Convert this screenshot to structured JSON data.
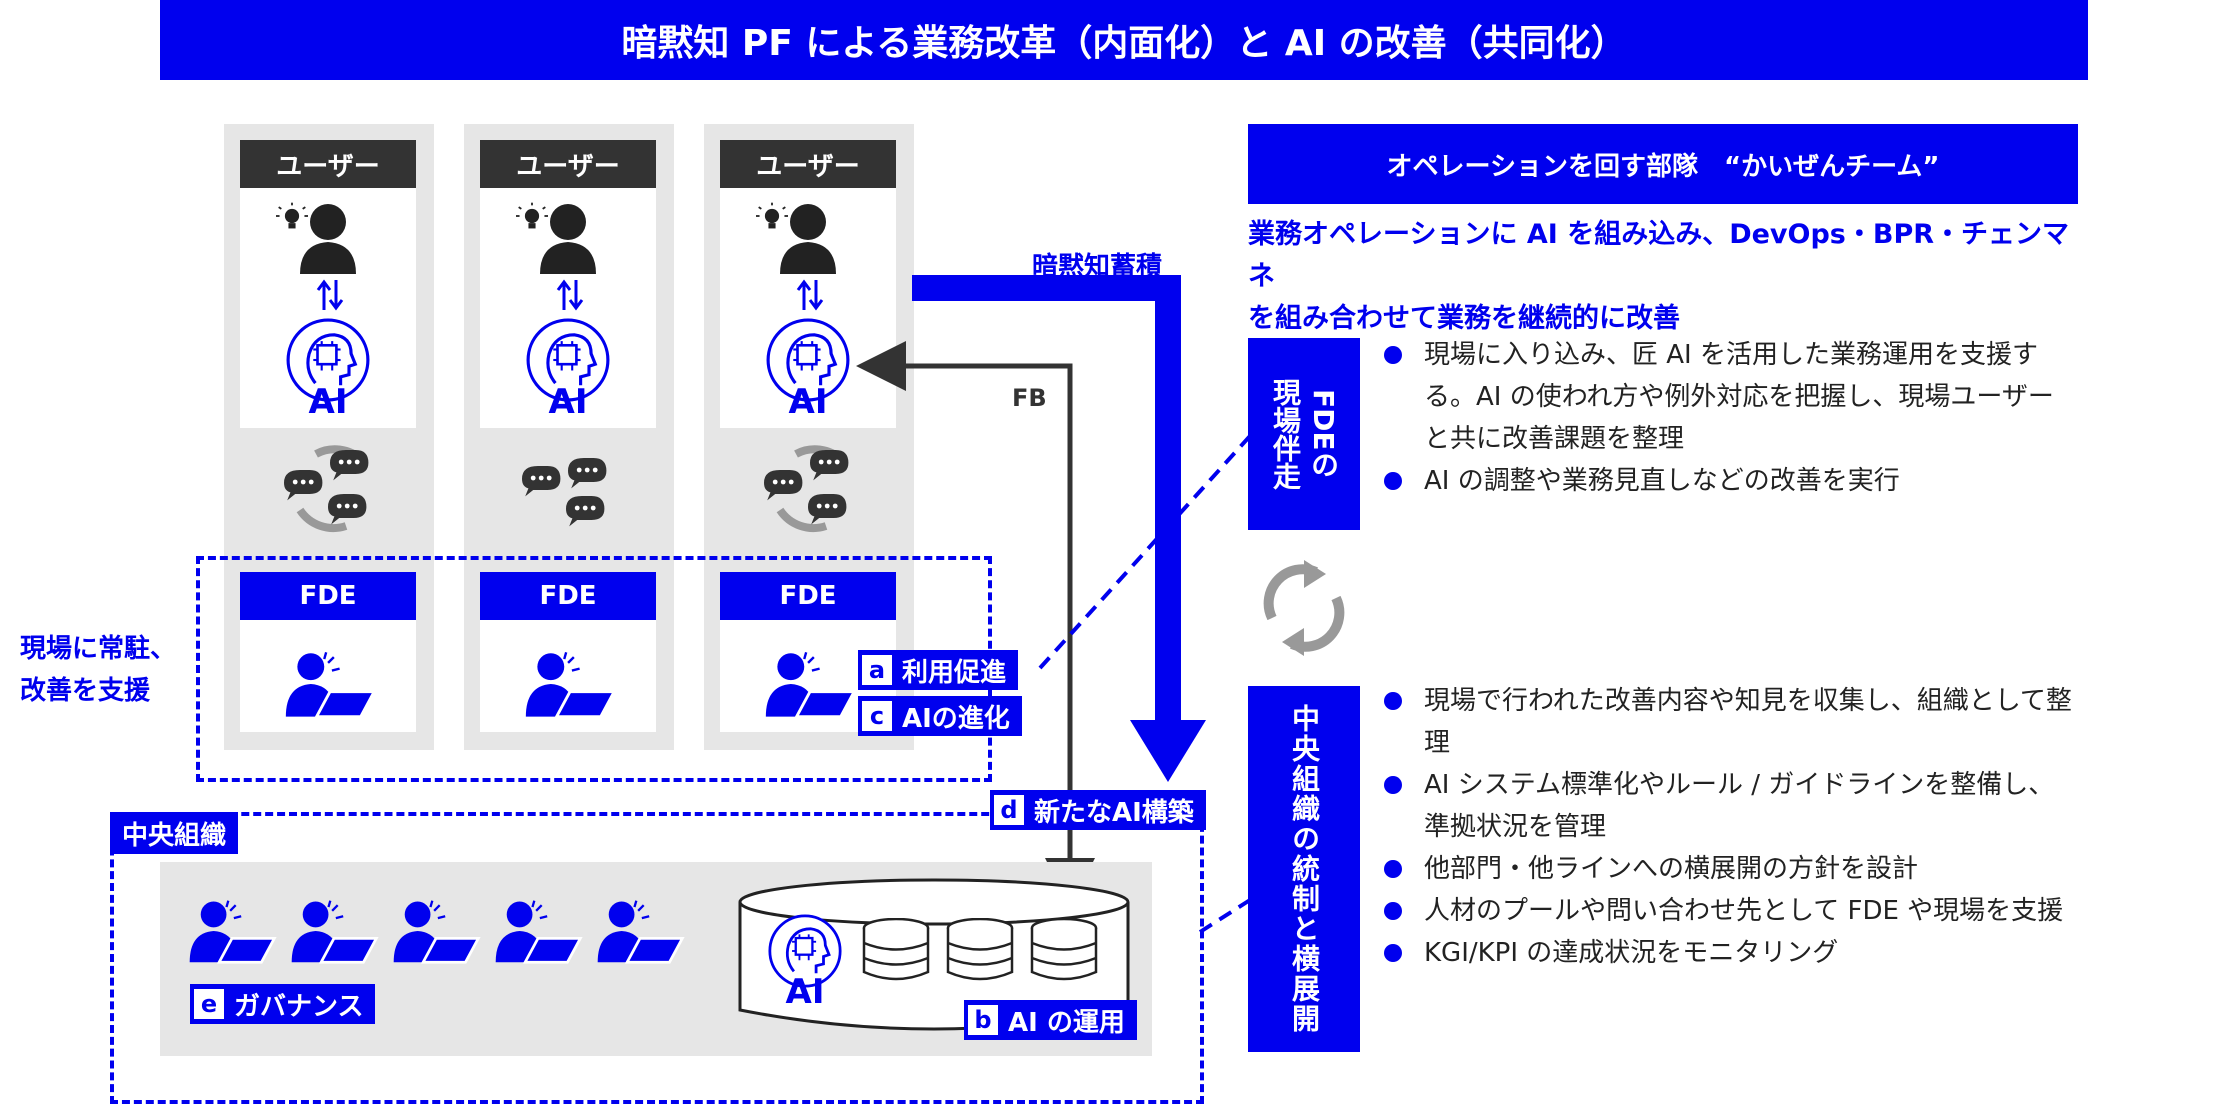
{
  "title": "暗黙知 PF による業務改革（内面化）と AI の改善（共同化）",
  "columns": [
    {
      "user_label": "ユーザー",
      "fde_label": "FDE"
    },
    {
      "user_label": "ユーザー",
      "fde_label": "FDE"
    },
    {
      "user_label": "ユーザー",
      "fde_label": "FDE"
    }
  ],
  "ai_text": "AI",
  "left_note": {
    "line1": "現場に常駐、",
    "line2": "改善を支援"
  },
  "flow": {
    "accumulate": "暗黙知蓄積",
    "fb": "FB"
  },
  "tags": {
    "a": {
      "letter": "a",
      "label": "利用促進"
    },
    "c": {
      "letter": "c",
      "label": "AIの進化"
    },
    "d": {
      "letter": "d",
      "label": "新たなAI構築"
    },
    "b": {
      "letter": "b",
      "label": "AI の運用"
    },
    "e": {
      "letter": "e",
      "label": "ガバナンス"
    }
  },
  "central_label": "中央組織",
  "team": {
    "header": "オペレーションを回す部隊　“かいぜんチーム”",
    "description_line1": "業務オペレーションに AI を組み込み、DevOps・BPR・チェンマネ",
    "description_line2": "を組み合わせて業務を継続的に改善"
  },
  "fde_side": {
    "label_col1": "現場伴走",
    "label_col2": "FDEの",
    "bullets": [
      "現場に入り込み、匠 AI を活用した業務運用を支援する。AI の使われ方や例外対応を把握し、現場ユーザーと共に改善課題を整理",
      "AI の調整や業務見直しなどの改善を実行"
    ]
  },
  "central_side": {
    "label": "中央組織の統制と横展開",
    "bullets": [
      "現場で行われた改善内容や知見を収集し、組織として整理",
      "AI システム標準化やルール / ガイドラインを整備し、準拠状況を管理",
      "他部門・他ラインへの横展開の方針を設計",
      "人材のプールや問い合わせ先として FDE や現場を支援",
      "KGI/KPI の達成状況をモニタリング"
    ]
  },
  "colors": {
    "accent": "#0000ee",
    "dark": "#333333",
    "gray": "#e6e6e6"
  }
}
